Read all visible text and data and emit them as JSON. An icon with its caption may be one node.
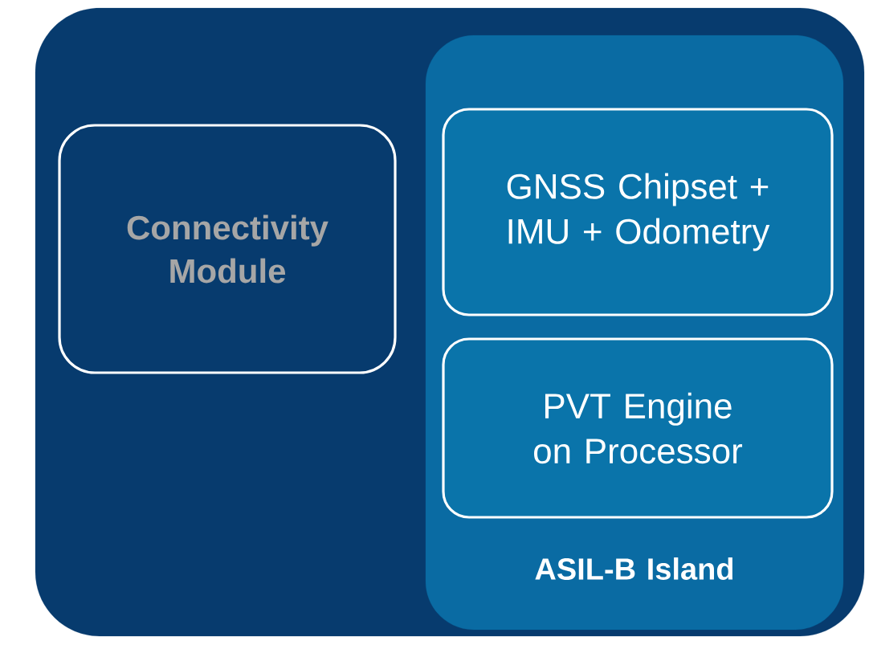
{
  "diagram": {
    "nodes": [
      {
        "text": [],
        "shape": "box"
      },
      {
        "text": [
          "Connectivity Module"
        ],
        "in": 0
      },
      {
        "text": [
          "ASIL-B Island"
        ],
        "in": 0
      },
      {
        "text": [
          "GNSS Chipset + IMU + Odometry"
        ],
        "in": 2
      },
      {
        "text": [
          "PVT Engine on Processor"
        ],
        "in": 2
      }
    ]
  }
}
